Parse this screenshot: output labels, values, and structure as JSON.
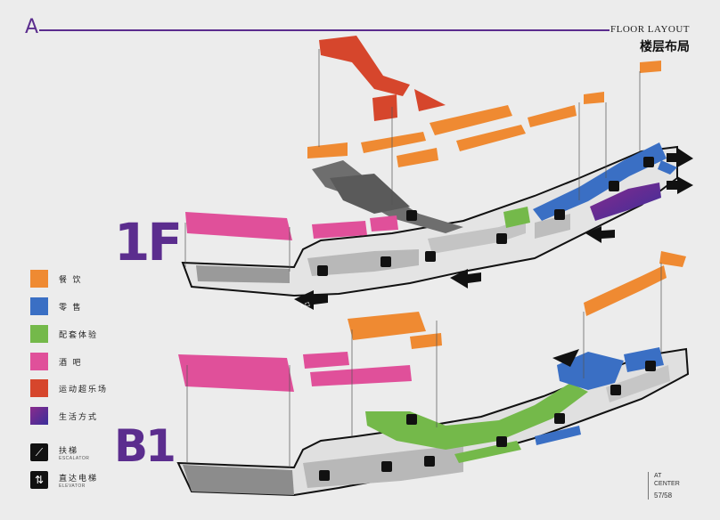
{
  "header": {
    "logo": "A",
    "title_en": "FLOOR LAYOUT",
    "title_zh": "楼层布局"
  },
  "floors": {
    "upper": "1F",
    "lower": "B1"
  },
  "entrance_label": "入口",
  "legend": {
    "categories": [
      {
        "label": "餐 饮",
        "color": "#ef8a32"
      },
      {
        "label": "零 售",
        "color": "#3a6fc4"
      },
      {
        "label": "配套体验",
        "color": "#74b94a"
      },
      {
        "label": "酒 吧",
        "color": "#e0509a"
      },
      {
        "label": "运动超乐场",
        "color": "#d6462c"
      },
      {
        "label": "生活方式",
        "color_start": "#8a2b8c",
        "color_end": "#3a2e9a"
      }
    ],
    "escalator": {
      "label": "扶梯",
      "sub": "ESCALATOR"
    },
    "elevator": {
      "label": "直达电梯",
      "sub": "ELEVATOR"
    }
  },
  "footer": {
    "line1": "AT",
    "line2": "CENTER",
    "page": "57/58"
  }
}
